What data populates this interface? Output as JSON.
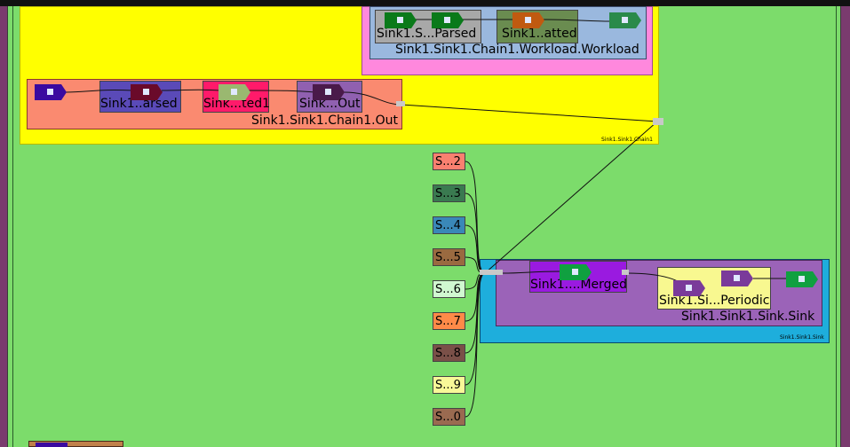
{
  "colors": {
    "outer_frame": "#7a3b6e",
    "canvas": "#7cdc6b",
    "chain1": "#ffff00",
    "workload_outer": "#ff88dd",
    "workload": "#9ab8de",
    "out_group": "#fa8a70",
    "sink_outer": "#1eaedc",
    "sink": "#9b63b8",
    "periodic": "#f8f890"
  },
  "groups": {
    "chain1_label": "Sink1.Sink1.Chain1",
    "workload_label": "Sink1.Sink1.Chain1.Workload.Workload",
    "out_label": "Sink1.Sink1.Chain1.Out",
    "sink_outer_label": "Sink1.Sink1.Sink",
    "sink_label": "Sink1.Sink1.Sink.Sink"
  },
  "workload_nodes": [
    {
      "label": "Sink1.S...Parsed",
      "bg": "#a8a8a8",
      "icon_a": "#0a7a1a",
      "icon_b": "#0a7a1a"
    },
    {
      "label": "Sink1..atted",
      "bg": "#6a8c50",
      "icon_a": "#c05a10"
    },
    {
      "icon_a": "#2a8a4a"
    }
  ],
  "out_nodes": [
    {
      "icon_a": "#3a0aa0"
    },
    {
      "label": "Sink1..arsed",
      "bg": "#5a4ab8",
      "icon_a": "#6a0a2a"
    },
    {
      "label": "Sink...ted1",
      "bg": "#ff1a6a",
      "icon_a": "#9ab870"
    },
    {
      "label": "Sink...Out",
      "bg": "#9060b0",
      "icon_a": "#4a1a4a"
    }
  ],
  "sources": [
    {
      "label": "S...2",
      "bg": "#fa8070"
    },
    {
      "label": "S...3",
      "bg": "#3a7a50"
    },
    {
      "label": "S...4",
      "bg": "#3a88b8"
    },
    {
      "label": "S...5",
      "bg": "#9a6a40"
    },
    {
      "label": "S...6",
      "bg": "#d0f8d0"
    },
    {
      "label": "S...7",
      "bg": "#ff8a48"
    },
    {
      "label": "S...8",
      "bg": "#7a5048"
    },
    {
      "label": "S...9",
      "bg": "#f8f898"
    },
    {
      "label": "S...0",
      "bg": "#9a6a50"
    }
  ],
  "sink_nodes": [
    {
      "label": "Sink1....Merged",
      "bg": "#9a1ae0",
      "icon_a": "#10a040"
    },
    {
      "label": "Sink1.Si...Periodic",
      "icon_a": "#7a3a9a",
      "icon_b": "#7a3a9a"
    },
    {
      "icon_a": "#10a040"
    }
  ]
}
